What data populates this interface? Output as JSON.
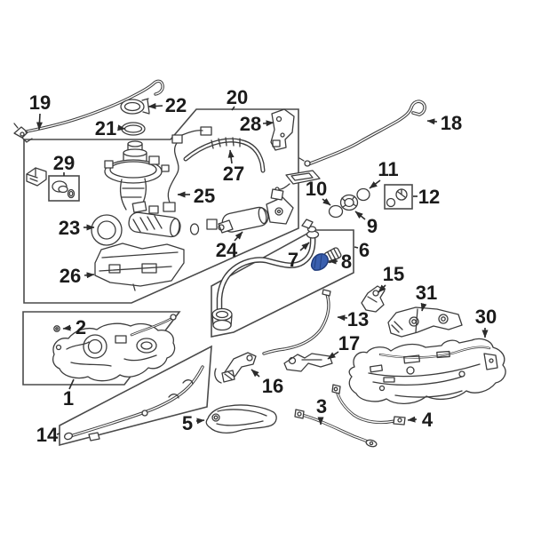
{
  "diagram": {
    "background_color": "#ffffff",
    "line_color": "#3c3c3c",
    "highlight_color": "#3a5fae",
    "highlight_stroke": "#1e3a7a",
    "highlighted_callout": "8",
    "callouts": [
      {
        "num": "1"
      },
      {
        "num": "2"
      },
      {
        "num": "3"
      },
      {
        "num": "4"
      },
      {
        "num": "5"
      },
      {
        "num": "6"
      },
      {
        "num": "7"
      },
      {
        "num": "8"
      },
      {
        "num": "9"
      },
      {
        "num": "10"
      },
      {
        "num": "11"
      },
      {
        "num": "12"
      },
      {
        "num": "13"
      },
      {
        "num": "14"
      },
      {
        "num": "15"
      },
      {
        "num": "16"
      },
      {
        "num": "17"
      },
      {
        "num": "18"
      },
      {
        "num": "19"
      },
      {
        "num": "20"
      },
      {
        "num": "21"
      },
      {
        "num": "22"
      },
      {
        "num": "23"
      },
      {
        "num": "24"
      },
      {
        "num": "25"
      },
      {
        "num": "26"
      },
      {
        "num": "27"
      },
      {
        "num": "28"
      },
      {
        "num": "29"
      },
      {
        "num": "30"
      },
      {
        "num": "31"
      }
    ]
  }
}
